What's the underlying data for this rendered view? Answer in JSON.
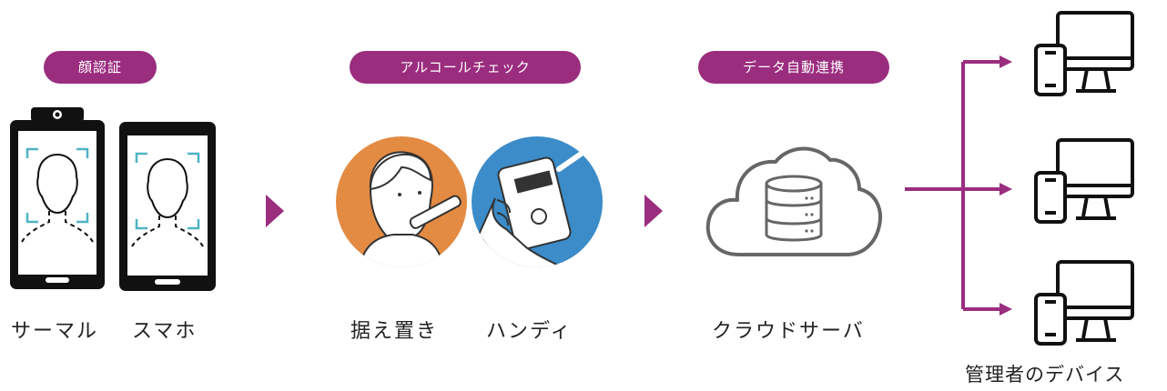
{
  "colors": {
    "accent": "#9b2d7f",
    "teal": "#4fb3c4",
    "orange": "#e38a43",
    "blue": "#3b8cc8",
    "ink": "#111111"
  },
  "steps": [
    {
      "label": "顔認証",
      "captions": [
        "サーマル",
        "スマホ"
      ],
      "icons": [
        "thermal-tablet-icon",
        "smartphone-icon"
      ]
    },
    {
      "label": "アルコールチェック",
      "captions": [
        "据え置き",
        "ハンディ"
      ],
      "icons": [
        "stationary-checker-icon",
        "handheld-checker-icon"
      ]
    },
    {
      "label": "データ自動連携",
      "captions": [
        "クラウドサーバ"
      ],
      "icons": [
        "cloud-database-icon"
      ]
    }
  ],
  "devices": {
    "caption": "管理者のデバイス",
    "icons": [
      "devices-icon",
      "devices-icon",
      "devices-icon"
    ]
  }
}
